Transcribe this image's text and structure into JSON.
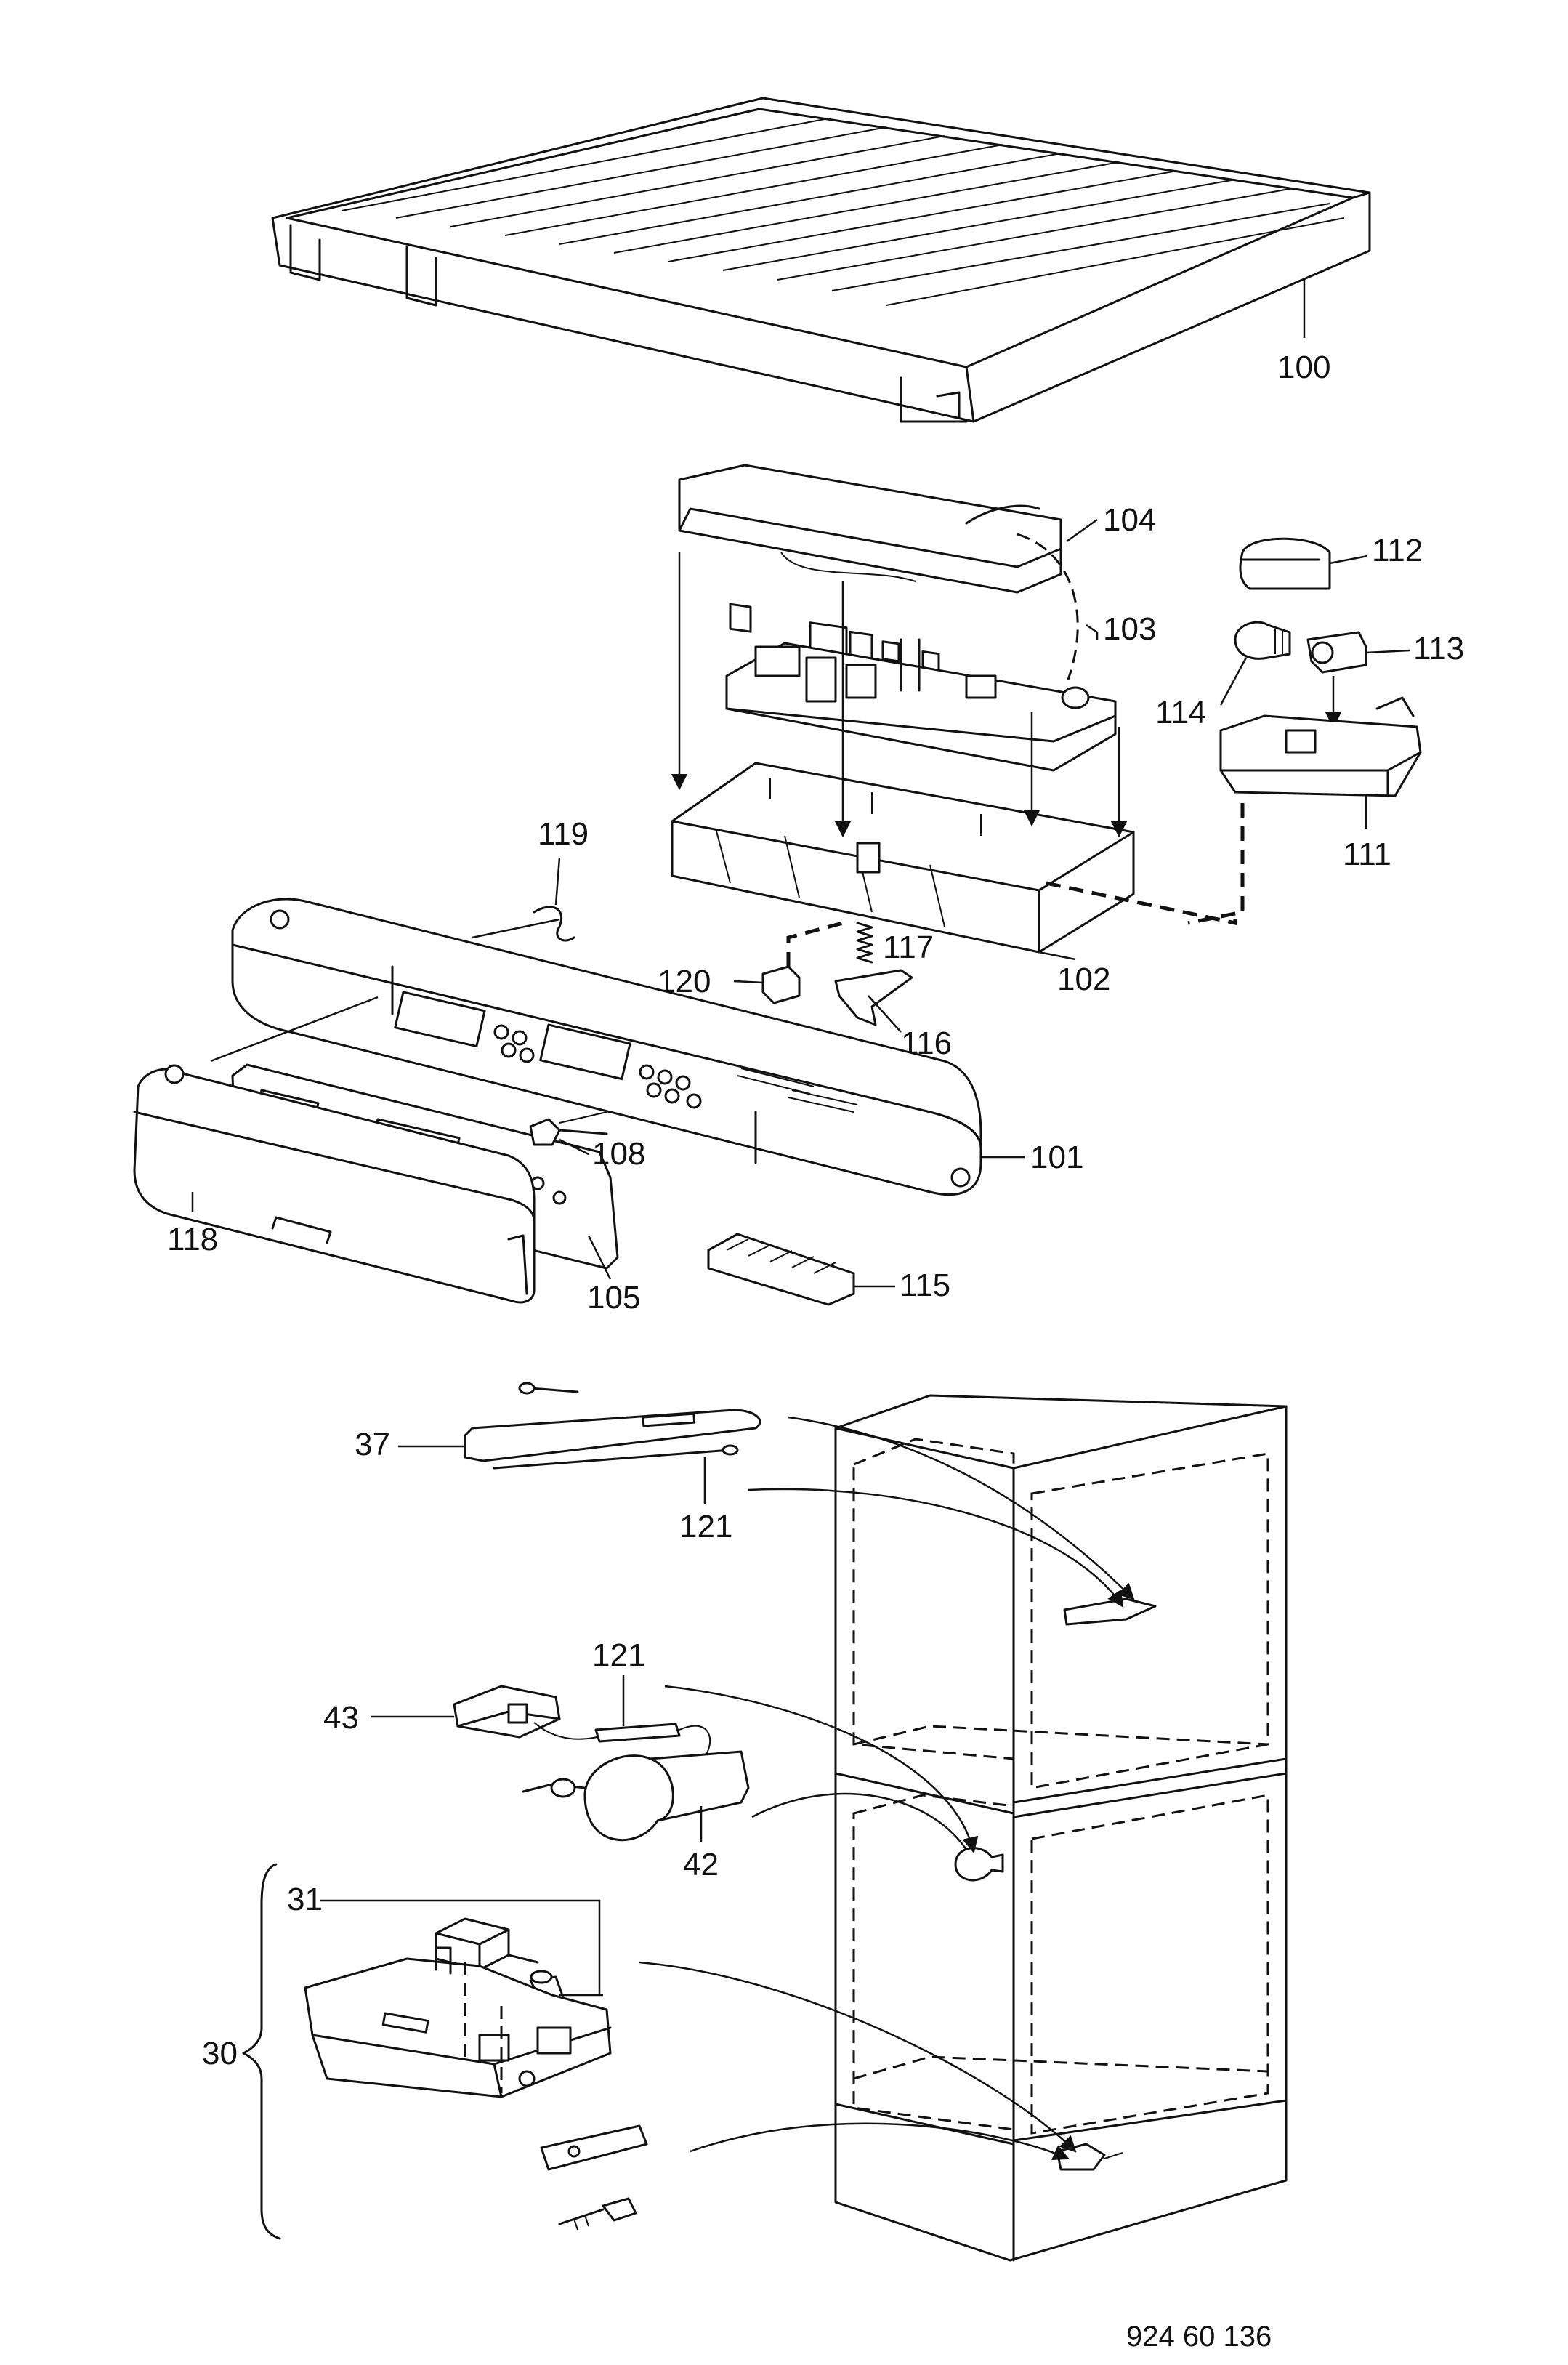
{
  "drawing_number": "924 60 136",
  "part_labels": {
    "p100": "100",
    "p101": "101",
    "p102": "102",
    "p103": "103",
    "p104": "104",
    "p105": "105",
    "p108": "108",
    "p111": "111",
    "p112": "112",
    "p113": "113",
    "p114": "114",
    "p115": "115",
    "p116": "116",
    "p117": "117",
    "p118": "118",
    "p119": "119",
    "p120": "120",
    "p121a": "121",
    "p121b": "121",
    "p37": "37",
    "p43": "43",
    "p42": "42",
    "p31": "31",
    "p30": "30"
  }
}
